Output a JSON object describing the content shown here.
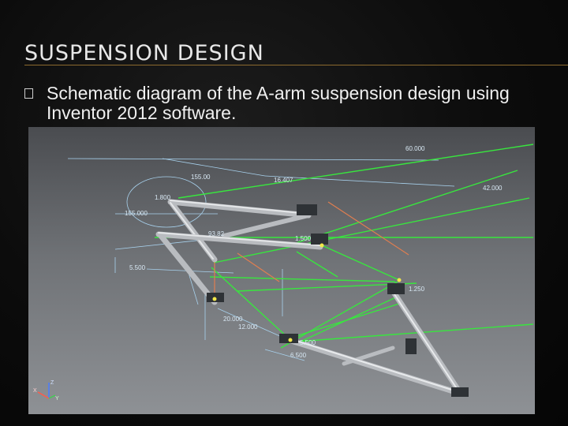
{
  "slide": {
    "title": "SUSPENSION DESIGN",
    "bullet_icon": "missing-glyph-box-icon",
    "bullet_text": "Schematic diagram of the A-arm suspension design using Inventor 2012 software."
  },
  "figure": {
    "dimension_labels": [
      "60.000",
      "155.00",
      "16.407",
      "42.000",
      "1.800",
      "155.000",
      "93.82",
      "1.500",
      "5.500",
      "1.250",
      "20.000",
      "12.000",
      "5.500",
      "6.500"
    ],
    "axis_labels": [
      "Z",
      "X",
      "Y"
    ],
    "colors": {
      "background_top": "#4a4c50",
      "background_bottom": "#8e9195",
      "sketch_green": "#33e63a",
      "dimension_blue": "#9fcfee",
      "tube_silver": "#c9ccd0",
      "axis_red": "#ff6a5a",
      "axis_orange": "#e08a55"
    }
  }
}
